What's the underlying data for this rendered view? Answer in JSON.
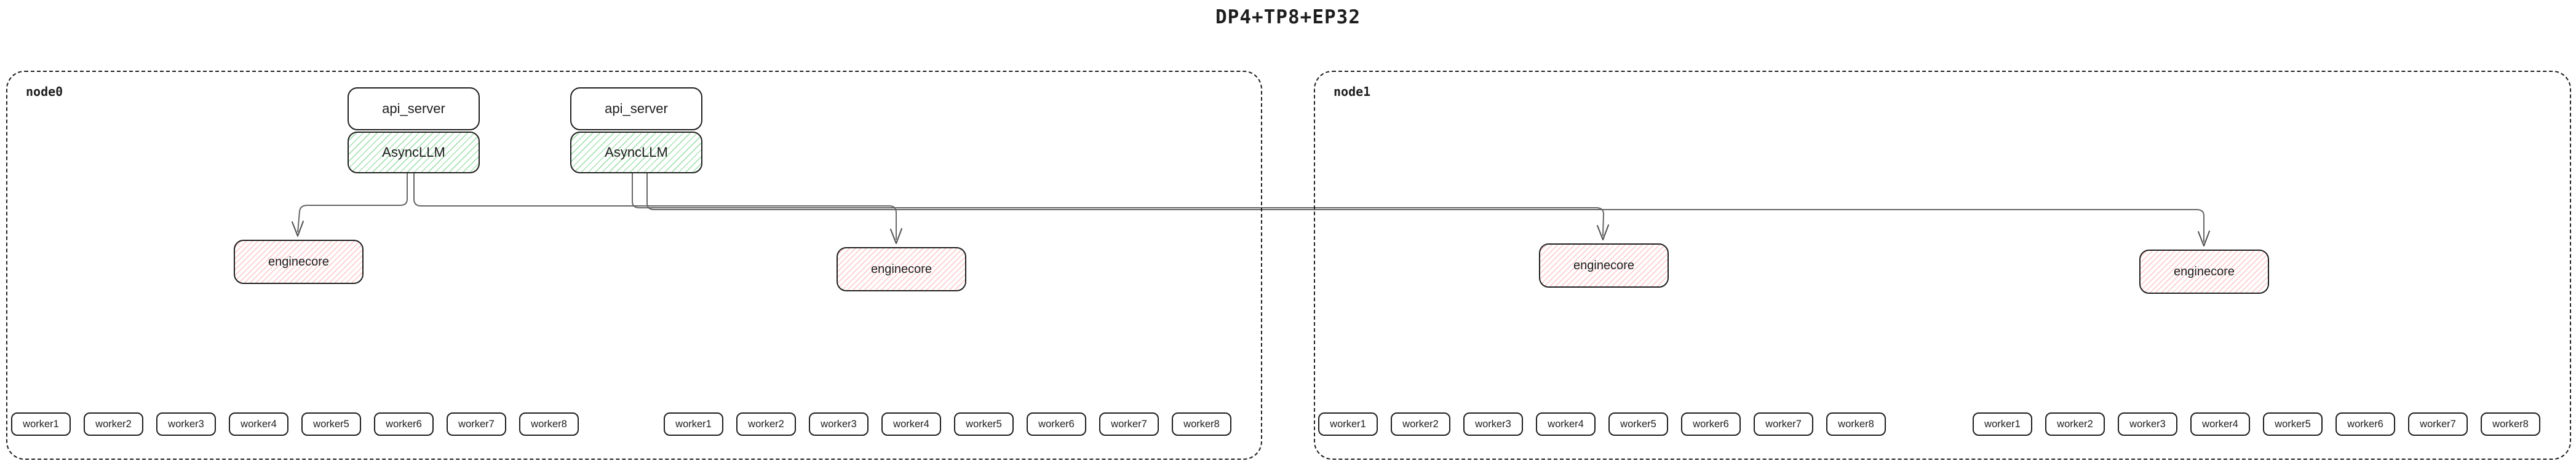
{
  "title": "DP4+TP8+EP32",
  "colors": {
    "box_stroke": "#1e1e1e",
    "connector": "#666666",
    "asyncllm_fill": "#b2f2bb",
    "enginecore_fill": "#ffc9c9",
    "background": "#ffffff"
  },
  "nodes": [
    {
      "label": "node0",
      "stacks": [
        {
          "api_server": "api_server",
          "async_llm": "AsyncLLM"
        },
        {
          "api_server": "api_server",
          "async_llm": "AsyncLLM"
        }
      ],
      "enginecores": [
        "enginecore",
        "enginecore"
      ],
      "worker_groups": [
        {
          "workers": [
            "worker1",
            "worker2",
            "worker3",
            "worker4",
            "worker5",
            "worker6",
            "worker7",
            "worker8"
          ]
        },
        {
          "workers": [
            "worker1",
            "worker2",
            "worker3",
            "worker4",
            "worker5",
            "worker6",
            "worker7",
            "worker8"
          ]
        }
      ]
    },
    {
      "label": "node1",
      "stacks": [],
      "enginecores": [
        "enginecore",
        "enginecore"
      ],
      "worker_groups": [
        {
          "workers": [
            "worker1",
            "worker2",
            "worker3",
            "worker4",
            "worker5",
            "worker6",
            "worker7",
            "worker8"
          ]
        },
        {
          "workers": [
            "worker1",
            "worker2",
            "worker3",
            "worker4",
            "worker5",
            "worker6",
            "worker7",
            "worker8"
          ]
        }
      ]
    }
  ]
}
